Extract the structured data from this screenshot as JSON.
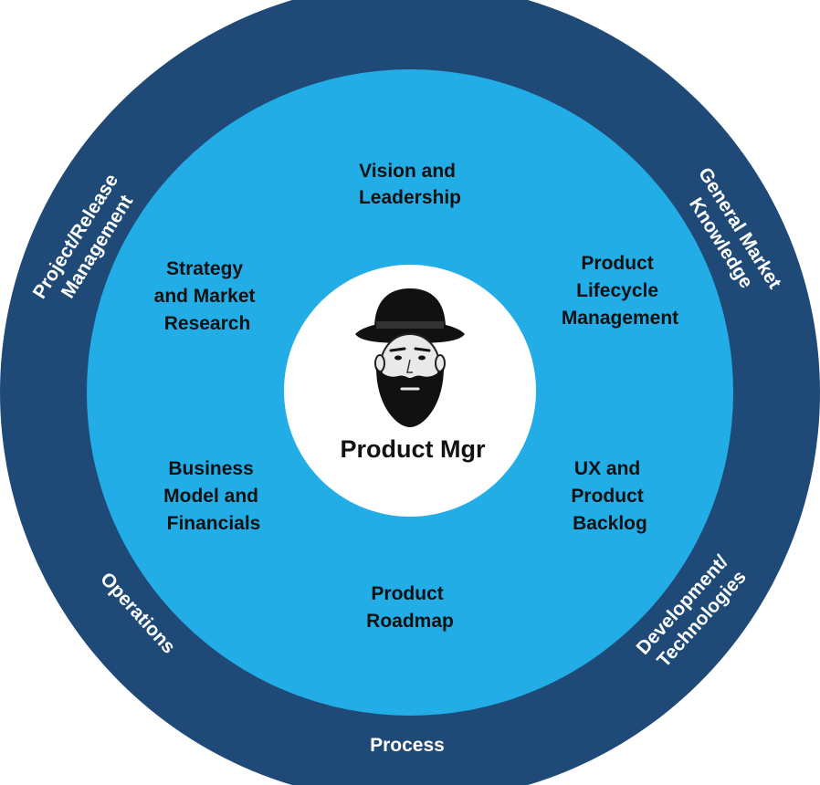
{
  "center": {
    "label": "Product Mgr",
    "icon": "bearded-man-hat-icon"
  },
  "inner_ring": [
    {
      "id": "vision",
      "lines": [
        "Vision and",
        "Leadership"
      ]
    },
    {
      "id": "lifecycle",
      "lines": [
        "Product",
        "Lifecycle",
        "Management"
      ]
    },
    {
      "id": "ux",
      "lines": [
        "UX and",
        "Product",
        "Backlog"
      ]
    },
    {
      "id": "roadmap",
      "lines": [
        "Product",
        "Roadmap"
      ]
    },
    {
      "id": "business",
      "lines": [
        "Business",
        "Model and",
        "Financials"
      ]
    },
    {
      "id": "strategy",
      "lines": [
        "Strategy",
        "and Market",
        "Research"
      ]
    }
  ],
  "outer_ring": [
    {
      "id": "project-release",
      "lines": [
        "Project/Release",
        "Management"
      ]
    },
    {
      "id": "general-market",
      "lines": [
        "General Market",
        "Knowledge"
      ]
    },
    {
      "id": "development",
      "lines": [
        "Development/",
        "Technologies"
      ]
    },
    {
      "id": "process",
      "lines": [
        "Process"
      ]
    },
    {
      "id": "operations",
      "lines": [
        "Operations"
      ]
    }
  ],
  "colors": {
    "outer_ring": "#1f4a78",
    "inner_ring": "#22ade6",
    "center": "#ffffff",
    "inner_text": "#111111",
    "outer_text": "#ffffff"
  }
}
